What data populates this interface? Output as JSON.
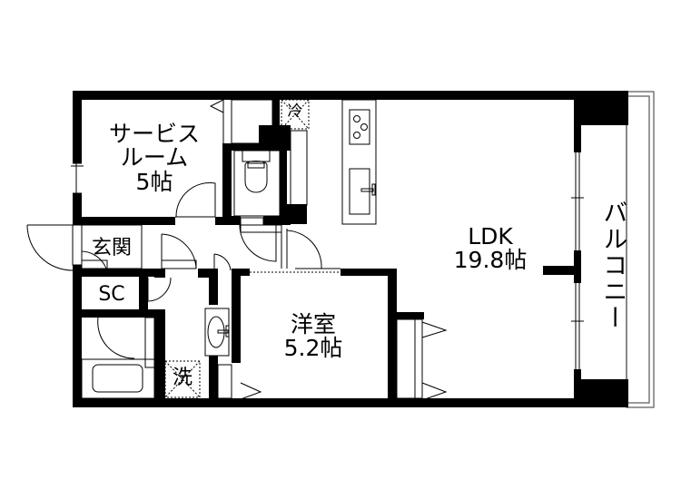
{
  "floorplan": {
    "rooms": {
      "service_room": {
        "name_line1": "サービス",
        "name_line2": "ルーム",
        "size": "5帖"
      },
      "ldk": {
        "name": "LDK",
        "size": "19.8帖"
      },
      "western_room": {
        "name": "洋室",
        "size": "5.2帖"
      },
      "entrance": {
        "name": "玄関"
      },
      "shoe_closet": {
        "name": "SC"
      },
      "balcony": {
        "name": "バルコニー"
      }
    },
    "fixtures": {
      "refrigerator": "冷",
      "washer": "洗"
    },
    "colors": {
      "wall": "#000000",
      "line": "#000000",
      "background": "#ffffff",
      "balcony_outline": "#6e6e6e"
    }
  }
}
